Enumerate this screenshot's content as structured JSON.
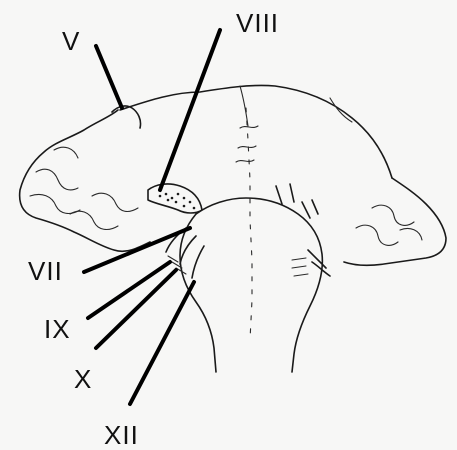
{
  "labels": {
    "v": "V",
    "viii": "VIII",
    "vii": "VII",
    "ix": "IX",
    "x": "X",
    "xii": "XII"
  }
}
